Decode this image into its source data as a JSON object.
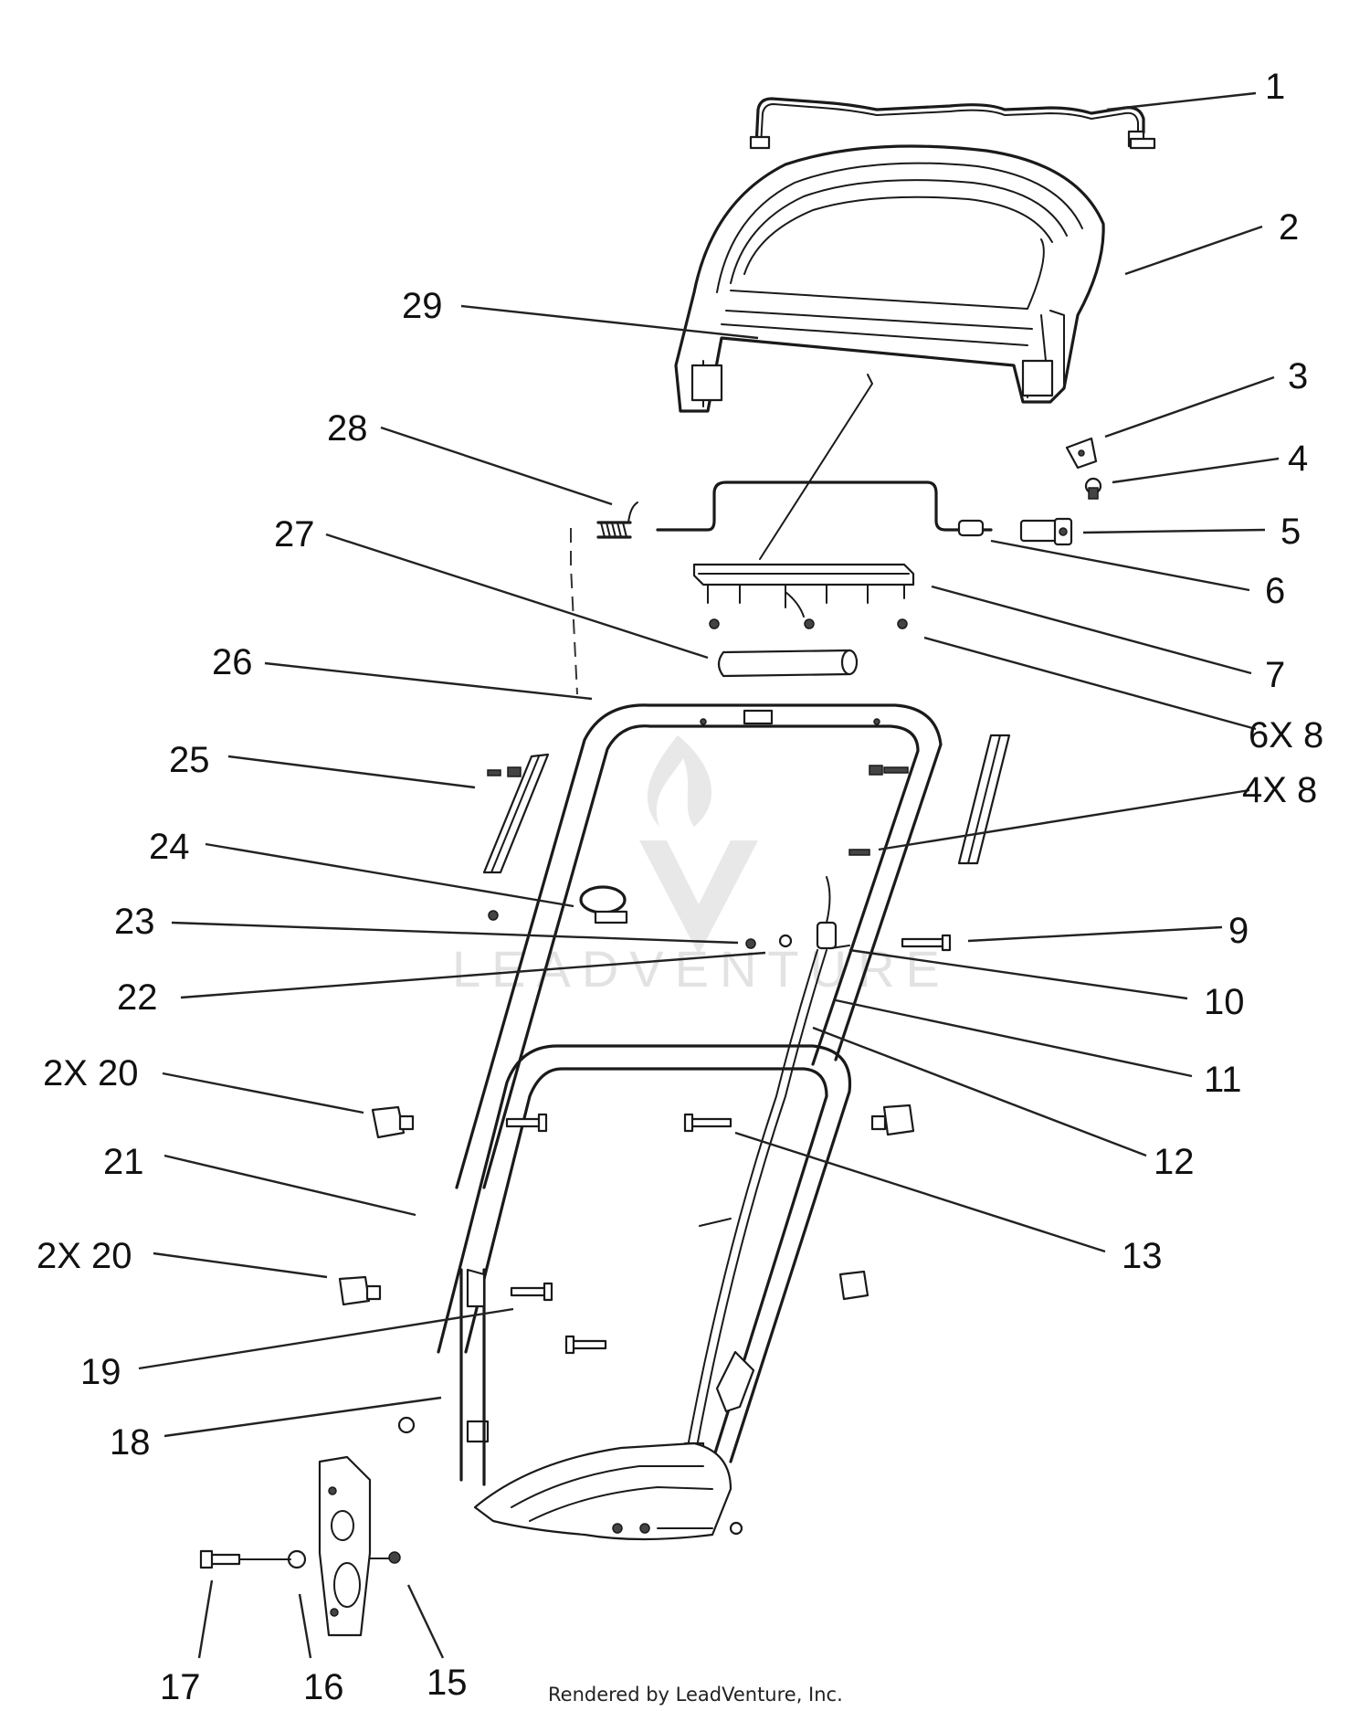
{
  "diagram": {
    "callouts": [
      {
        "id": "c1",
        "label": "1"
      },
      {
        "id": "c2",
        "label": "2"
      },
      {
        "id": "c3",
        "label": "3"
      },
      {
        "id": "c4",
        "label": "4"
      },
      {
        "id": "c5",
        "label": "5"
      },
      {
        "id": "c6",
        "label": "6"
      },
      {
        "id": "c7",
        "label": "7"
      },
      {
        "id": "c6x8",
        "label": "6X 8"
      },
      {
        "id": "c4x8",
        "label": "4X 8"
      },
      {
        "id": "c9",
        "label": "9"
      },
      {
        "id": "c10",
        "label": "10"
      },
      {
        "id": "c11",
        "label": "11"
      },
      {
        "id": "c12",
        "label": "12"
      },
      {
        "id": "c13",
        "label": "13"
      },
      {
        "id": "c29",
        "label": "29"
      },
      {
        "id": "c28",
        "label": "28"
      },
      {
        "id": "c27",
        "label": "27"
      },
      {
        "id": "c26",
        "label": "26"
      },
      {
        "id": "c25",
        "label": "25"
      },
      {
        "id": "c24",
        "label": "24"
      },
      {
        "id": "c23",
        "label": "23"
      },
      {
        "id": "c22",
        "label": "22"
      },
      {
        "id": "c2x20a",
        "label": "2X 20"
      },
      {
        "id": "c21",
        "label": "21"
      },
      {
        "id": "c2x20b",
        "label": "2X 20"
      },
      {
        "id": "c19",
        "label": "19"
      },
      {
        "id": "c18",
        "label": "18"
      },
      {
        "id": "c17",
        "label": "17"
      },
      {
        "id": "c16",
        "label": "16"
      },
      {
        "id": "c15",
        "label": "15"
      }
    ],
    "footer": "Rendered by LeadVenture, Inc.",
    "watermark": "LEADVENTURE"
  }
}
